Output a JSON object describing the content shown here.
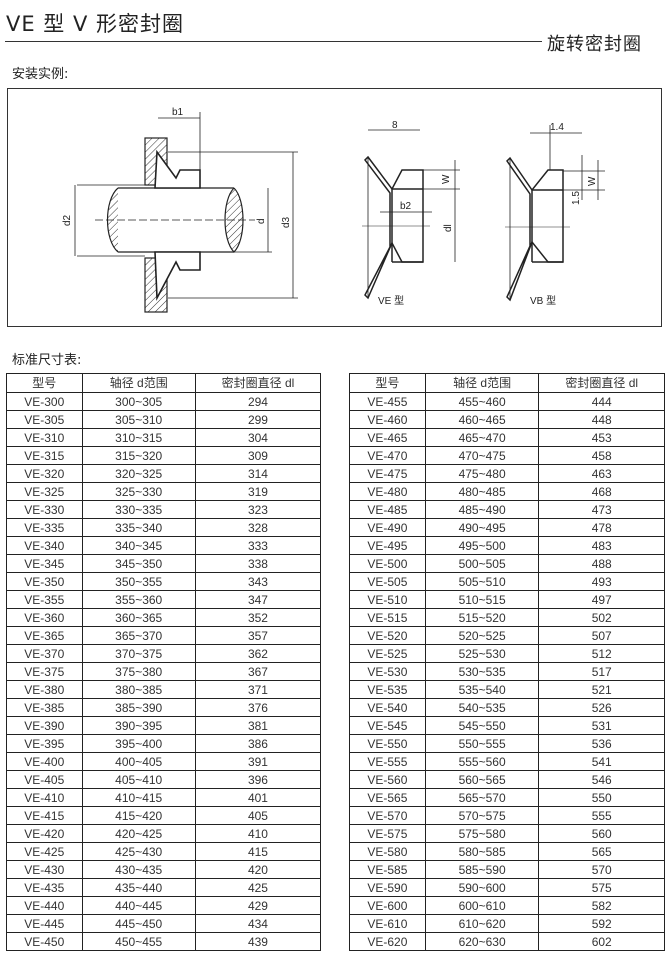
{
  "header": {
    "title": "VE 型 V 形密封圈",
    "category": "旋转密封圈"
  },
  "install_section": {
    "label": "安装实例:"
  },
  "diagram_labels": {
    "b1": "b1",
    "d2": "d2",
    "d": "d",
    "d3": "d3",
    "ve_width": "8",
    "ve_w": "W",
    "ve_b2": "b2",
    "ve_dl": "dl",
    "ve_caption": "VE 型",
    "vb_width": "1.4",
    "vb_w": "W",
    "vb_step": "1.5",
    "vb_caption": "VB 型"
  },
  "table_section": {
    "label": "标准尺寸表:"
  },
  "table": {
    "headers": [
      "型号",
      "轴径 d范围",
      "密封圈直径 dl"
    ],
    "left_rows": [
      [
        "VE-300",
        "300~305",
        "294"
      ],
      [
        "VE-305",
        "305~310",
        "299"
      ],
      [
        "VE-310",
        "310~315",
        "304"
      ],
      [
        "VE-315",
        "315~320",
        "309"
      ],
      [
        "VE-320",
        "320~325",
        "314"
      ],
      [
        "VE-325",
        "325~330",
        "319"
      ],
      [
        "VE-330",
        "330~335",
        "323"
      ],
      [
        "VE-335",
        "335~340",
        "328"
      ],
      [
        "VE-340",
        "340~345",
        "333"
      ],
      [
        "VE-345",
        "345~350",
        "338"
      ],
      [
        "VE-350",
        "350~355",
        "343"
      ],
      [
        "VE-355",
        "355~360",
        "347"
      ],
      [
        "VE-360",
        "360~365",
        "352"
      ],
      [
        "VE-365",
        "365~370",
        "357"
      ],
      [
        "VE-370",
        "370~375",
        "362"
      ],
      [
        "VE-375",
        "375~380",
        "367"
      ],
      [
        "VE-380",
        "380~385",
        "371"
      ],
      [
        "VE-385",
        "385~390",
        "376"
      ],
      [
        "VE-390",
        "390~395",
        "381"
      ],
      [
        "VE-395",
        "395~400",
        "386"
      ],
      [
        "VE-400",
        "400~405",
        "391"
      ],
      [
        "VE-405",
        "405~410",
        "396"
      ],
      [
        "VE-410",
        "410~415",
        "401"
      ],
      [
        "VE-415",
        "415~420",
        "405"
      ],
      [
        "VE-420",
        "420~425",
        "410"
      ],
      [
        "VE-425",
        "425~430",
        "415"
      ],
      [
        "VE-430",
        "430~435",
        "420"
      ],
      [
        "VE-435",
        "435~440",
        "425"
      ],
      [
        "VE-440",
        "440~445",
        "429"
      ],
      [
        "VE-445",
        "445~450",
        "434"
      ],
      [
        "VE-450",
        "450~455",
        "439"
      ]
    ],
    "right_rows": [
      [
        "VE-455",
        "455~460",
        "444"
      ],
      [
        "VE-460",
        "460~465",
        "448"
      ],
      [
        "VE-465",
        "465~470",
        "453"
      ],
      [
        "VE-470",
        "470~475",
        "458"
      ],
      [
        "VE-475",
        "475~480",
        "463"
      ],
      [
        "VE-480",
        "480~485",
        "468"
      ],
      [
        "VE-485",
        "485~490",
        "473"
      ],
      [
        "VE-490",
        "490~495",
        "478"
      ],
      [
        "VE-495",
        "495~500",
        "483"
      ],
      [
        "VE-500",
        "500~505",
        "488"
      ],
      [
        "VE-505",
        "505~510",
        "493"
      ],
      [
        "VE-510",
        "510~515",
        "497"
      ],
      [
        "VE-515",
        "515~520",
        "502"
      ],
      [
        "VE-520",
        "520~525",
        "507"
      ],
      [
        "VE-525",
        "525~530",
        "512"
      ],
      [
        "VE-530",
        "530~535",
        "517"
      ],
      [
        "VE-535",
        "535~540",
        "521"
      ],
      [
        "VE-540",
        "540~535",
        "526"
      ],
      [
        "VE-545",
        "545~550",
        "531"
      ],
      [
        "VE-550",
        "550~555",
        "536"
      ],
      [
        "VE-555",
        "555~560",
        "541"
      ],
      [
        "VE-560",
        "560~565",
        "546"
      ],
      [
        "VE-565",
        "565~570",
        "550"
      ],
      [
        "VE-570",
        "570~575",
        "555"
      ],
      [
        "VE-575",
        "575~580",
        "560"
      ],
      [
        "VE-580",
        "580~585",
        "565"
      ],
      [
        "VE-585",
        "585~590",
        "570"
      ],
      [
        "VE-590",
        "590~600",
        "575"
      ],
      [
        "VE-600",
        "600~610",
        "582"
      ],
      [
        "VE-610",
        "610~620",
        "592"
      ],
      [
        "VE-620",
        "620~630",
        "602"
      ]
    ]
  }
}
